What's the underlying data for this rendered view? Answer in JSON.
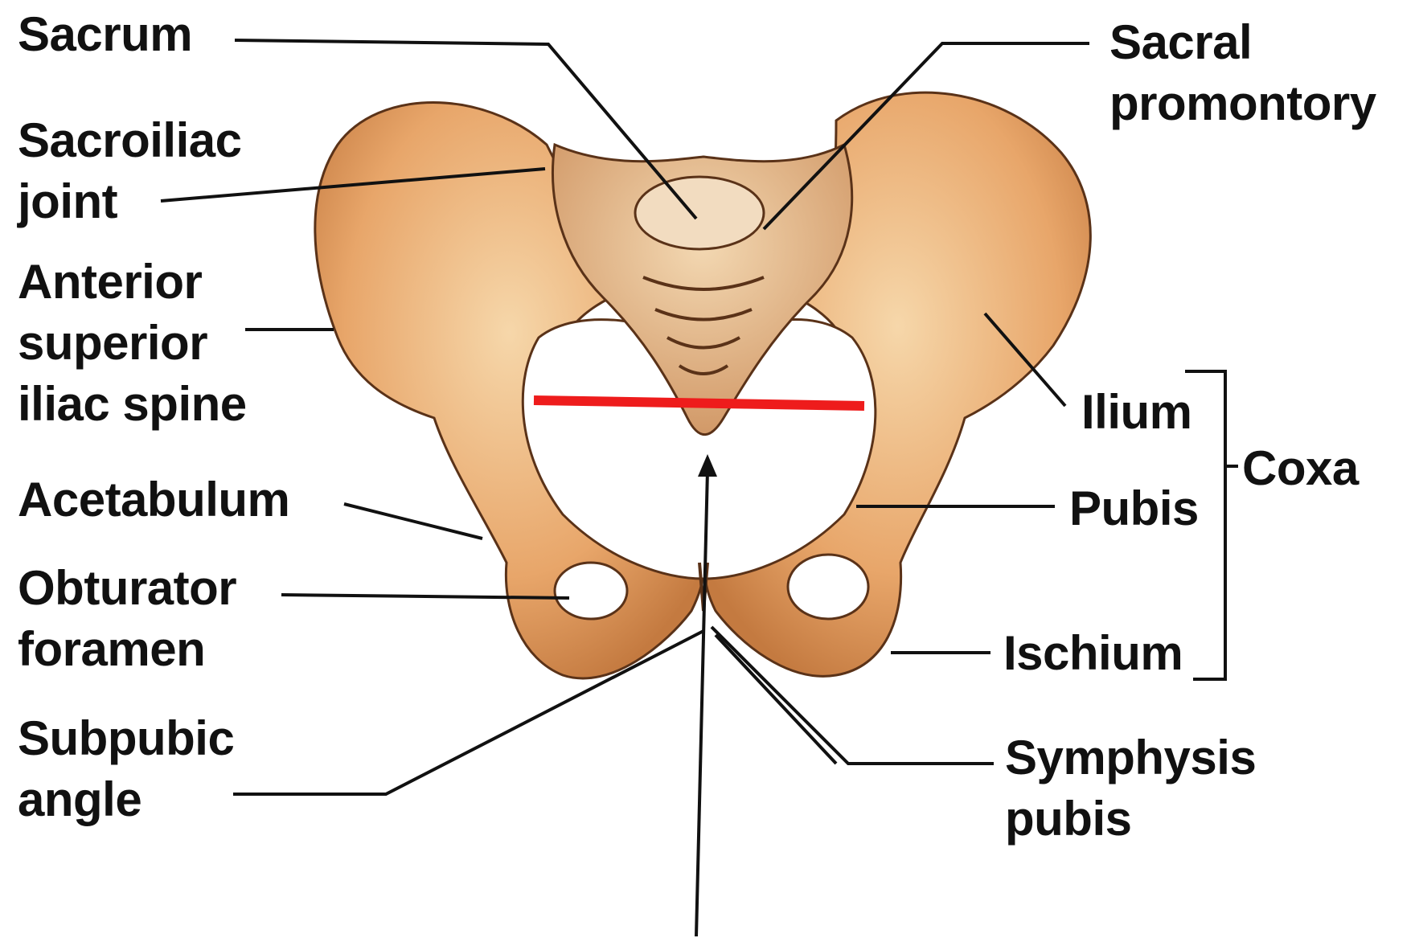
{
  "labels": {
    "sacrum": "Sacrum",
    "sacroiliac_joint": [
      "Sacroiliac",
      "joint"
    ],
    "asis": [
      "Anterior",
      "superior",
      "iliac spine"
    ],
    "acetabulum": "Acetabulum",
    "obturator_foramen": [
      "Obturator",
      "foramen"
    ],
    "subpubic_angle": [
      "Subpubic",
      "angle"
    ],
    "sacral_promontory": [
      "Sacral",
      "promontory"
    ],
    "ilium": "Ilium",
    "pubis": "Pubis",
    "ischium": "Ischium",
    "coxa": "Coxa",
    "symphysis_pubis": [
      "Symphysis",
      "pubis"
    ]
  },
  "colors": {
    "bone": "#e8a66a",
    "bone_light": "#f6d7aa",
    "bone_shadow": "#b9703c",
    "outline": "#5a3218",
    "leader": "#111111",
    "measure_line": "#ee1c1c"
  }
}
